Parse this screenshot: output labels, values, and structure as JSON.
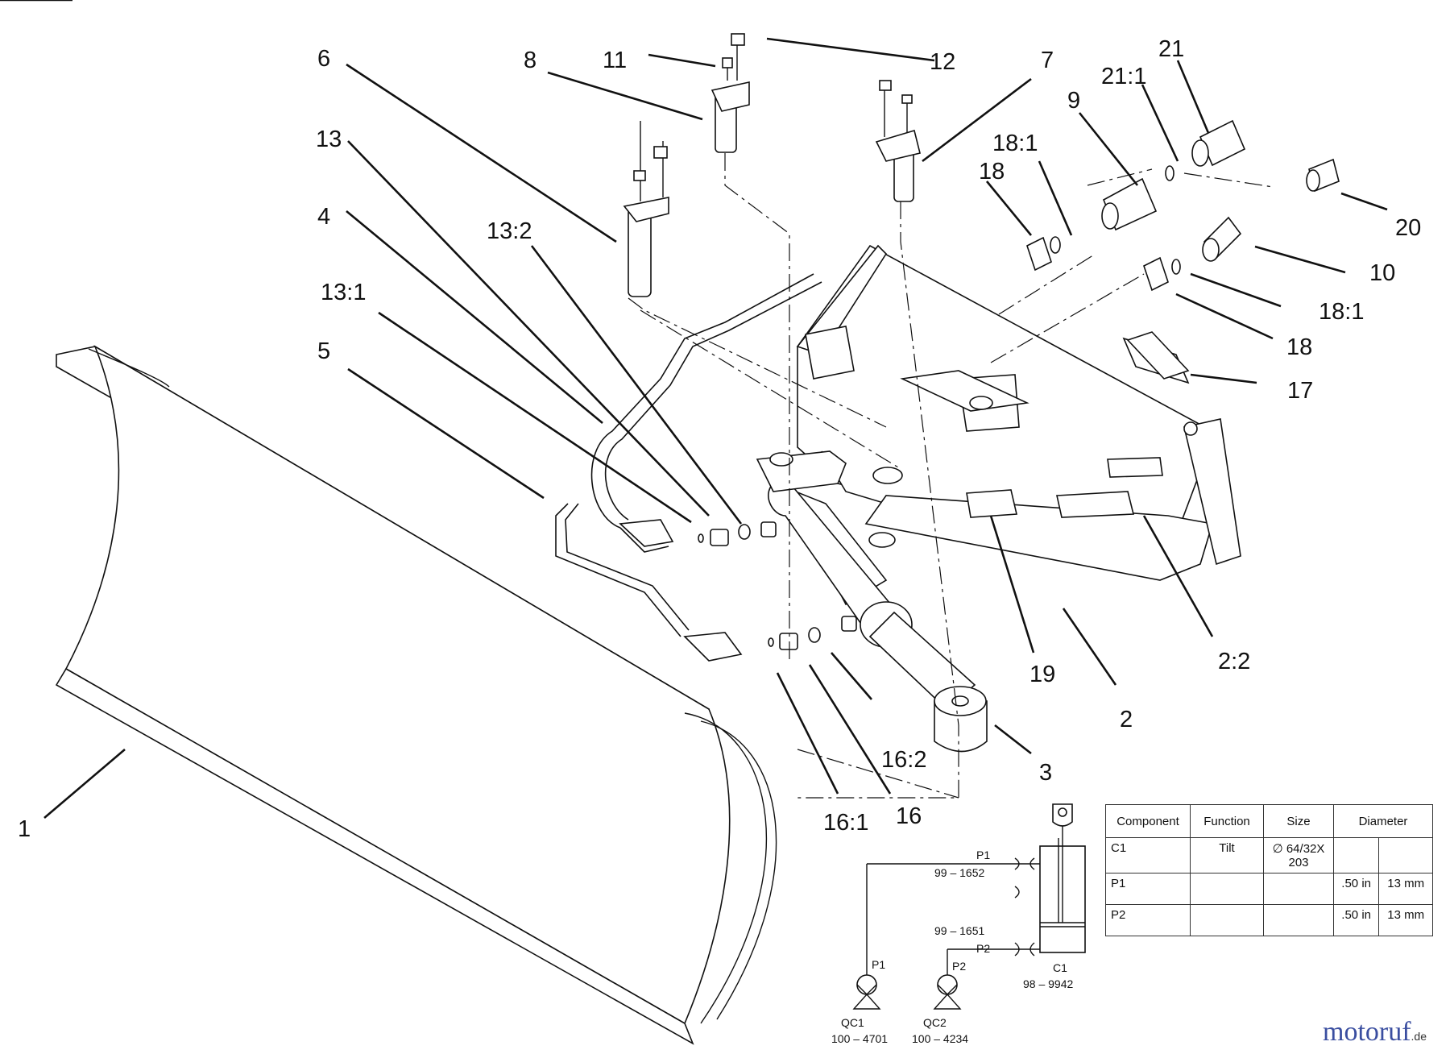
{
  "callouts": [
    {
      "id": "c1",
      "text": "1"
    },
    {
      "id": "c2",
      "text": "2"
    },
    {
      "id": "c2-2",
      "text": "2:2"
    },
    {
      "id": "c3",
      "text": "3"
    },
    {
      "id": "c4",
      "text": "4"
    },
    {
      "id": "c5",
      "text": "5"
    },
    {
      "id": "c6",
      "text": "6"
    },
    {
      "id": "c7",
      "text": "7"
    },
    {
      "id": "c8",
      "text": "8"
    },
    {
      "id": "c9",
      "text": "9"
    },
    {
      "id": "c10",
      "text": "10"
    },
    {
      "id": "c11",
      "text": "11"
    },
    {
      "id": "c12",
      "text": "12"
    },
    {
      "id": "c13",
      "text": "13"
    },
    {
      "id": "c13-1",
      "text": "13:1"
    },
    {
      "id": "c13-2",
      "text": "13:2"
    },
    {
      "id": "c16",
      "text": "16"
    },
    {
      "id": "c16-1",
      "text": "16:1"
    },
    {
      "id": "c16-2",
      "text": "16:2"
    },
    {
      "id": "c17",
      "text": "17"
    },
    {
      "id": "c18a",
      "text": "18"
    },
    {
      "id": "c18b",
      "text": "18"
    },
    {
      "id": "c18-1a",
      "text": "18:1"
    },
    {
      "id": "c18-1b",
      "text": "18:1"
    },
    {
      "id": "c19",
      "text": "19"
    },
    {
      "id": "c20",
      "text": "20"
    },
    {
      "id": "c21",
      "text": "21"
    },
    {
      "id": "c21-1",
      "text": "21:1"
    }
  ],
  "schematic": {
    "p1_top": "P1",
    "p1_part": "99 – 1652",
    "p2_part": "99 – 1651",
    "p2_mid": "P2",
    "p1_qc": "P1",
    "p2_qc": "P2",
    "c1_label": "C1",
    "c1_part": "98 – 9942",
    "qc1_label": "QC1",
    "qc1_part": "100 – 4701",
    "qc2_label": "QC2",
    "qc2_part": "100 – 4234"
  },
  "table": {
    "headers": [
      "Component",
      "Function",
      "Size",
      "Diameter"
    ],
    "rows": [
      {
        "component": "C1",
        "function": "Tilt",
        "size": "∅ 64/32X 203",
        "diam_in": "",
        "diam_mm": ""
      },
      {
        "component": "P1",
        "function": "",
        "size": "",
        "diam_in": ".50 in",
        "diam_mm": "13 mm"
      },
      {
        "component": "P2",
        "function": "",
        "size": "",
        "diam_in": ".50 in",
        "diam_mm": "13 mm"
      }
    ]
  },
  "watermark": {
    "brand": "motoruf",
    "tld": ".de"
  }
}
